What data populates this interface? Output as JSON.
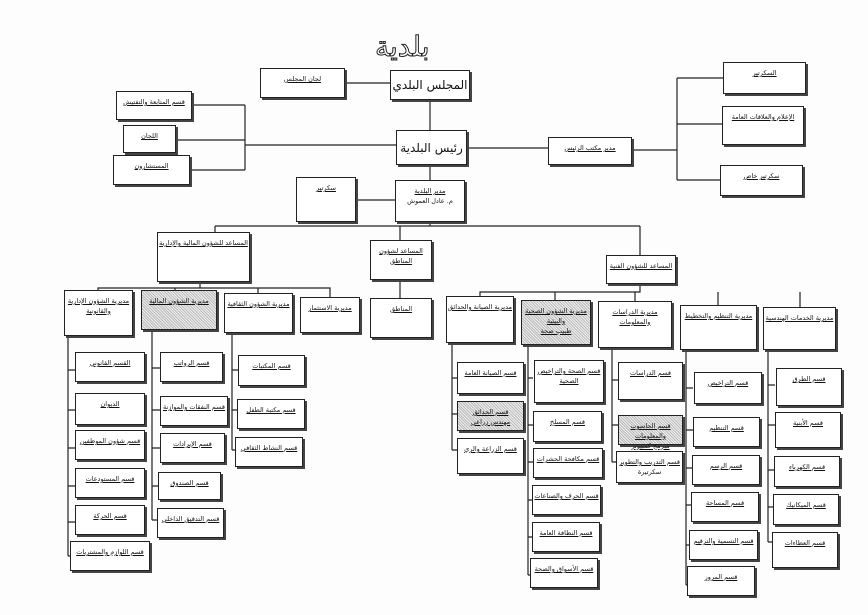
{
  "title": "بلدية",
  "top": {
    "council": "المجلس البلدي",
    "committees_council": "لجان المجلس",
    "mayor": "رئيس البلدية",
    "followup": "قسم المتابعة والتفتيش",
    "committees": "اللجان",
    "advisors": "المستشارون",
    "office_manager": "مدير مكتب الرئيس",
    "secretary": "السكرتير",
    "media": "الإعلام والعلاقات العامة",
    "private_secretary": "سكرتير خاص",
    "manager": "مدير البلدية",
    "manager_name": "م. عادل العموش",
    "manager_secretary": "سكرتير"
  },
  "assistants": {
    "finance_admin": "المساعد للشؤون المالية والإدارية",
    "regions": "المساعد لشؤون المناطق",
    "technical": "المساعد للشؤون الفنية"
  },
  "directorates": {
    "admin_legal": "مديرية الشؤون الإدارية والقانونية",
    "finance": "مديرية الشؤون المالية",
    "cultural": "مديرية الشؤون الثقافية",
    "investment": "مديرية الاستثمار",
    "regions": "المناطق",
    "maintenance": "مديرية الصيانة والحدائق",
    "health": "مديرية الشؤون الصحية والبيئية",
    "health_note": "طبيب صحة",
    "studies": "مديرية الدراسات والمعلومات",
    "planning": "مديرية التنظيم والتخطيط",
    "engineering": "مديرية الخدمات الهندسية"
  },
  "sections": {
    "admin_legal": [
      "القسم القانوني",
      "الديوان",
      "قسم شؤون الموظفين",
      "قسم المستودعات",
      "قسم الحركة",
      "قسم اللوازم والمشتريات"
    ],
    "finance": [
      "قسم الرواتب",
      "قسم النفقات والموازنة",
      "قسم الإيرادات",
      "قسم الصندوق",
      "قسم التدقيق الداخلي"
    ],
    "cultural": [
      "قسم المكتبات",
      "قسم مكتبة الطفل",
      "قسم النشاط الثقافي"
    ],
    "maintenance": [
      "قسم الصيانة العامة",
      "قسم الحدائق",
      "قسم الزراعة والري"
    ],
    "maintenance_note": "مهندس زراعي",
    "health": [
      "قسم الصحة والتراخيص الصحية",
      "قسم المسلخ",
      "قسم مكافحة الحشرات",
      "قسم الحرف والصناعات",
      "قسم النظافة العامة",
      "قسم الأسواق والصحة"
    ],
    "studies": [
      "قسم الدراسات",
      "قسم الحاسوب والمعلومات",
      "قسم التدريب والتطوير"
    ],
    "studies_notes": [
      "مبرمج كمبيوتر",
      "سكرتيرة"
    ],
    "planning": [
      "قسم التراخيص",
      "قسم التنظيم",
      "قسم الرسم",
      "قسم المساحة",
      "قسم التسمية والترقيم",
      "قسم المرور"
    ],
    "engineering": [
      "قسم الطرق",
      "قسم الأبنية",
      "قسم الكهرباء",
      "قسم الميكانيك",
      "قسم العطاءات"
    ]
  }
}
